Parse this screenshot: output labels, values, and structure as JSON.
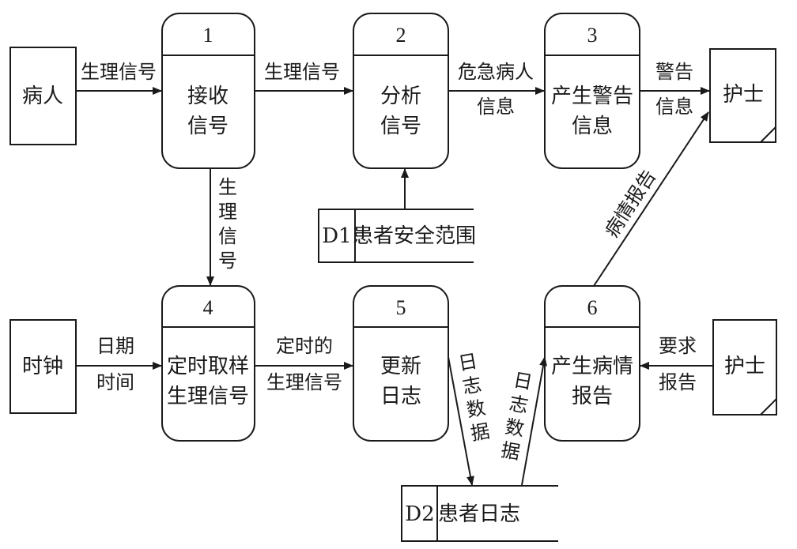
{
  "entities": {
    "patient": "病人",
    "clock": "时钟",
    "nurse_top": "护士",
    "nurse_bottom": "护士"
  },
  "processes": [
    {
      "id": "1",
      "line1": "接收",
      "line2": "信号"
    },
    {
      "id": "2",
      "line1": "分析",
      "line2": "信号"
    },
    {
      "id": "3",
      "line1": "产生警告",
      "line2": "信息"
    },
    {
      "id": "4",
      "line1": "定时取样",
      "line2": "生理信号"
    },
    {
      "id": "5",
      "line1": "更新",
      "line2": "日志"
    },
    {
      "id": "6",
      "line1": "产生病情",
      "line2": "报告"
    }
  ],
  "stores": {
    "d1": {
      "id": "D1",
      "name": "患者安全范围"
    },
    "d2": {
      "id": "D2",
      "name": "患者日志"
    }
  },
  "flows": {
    "patient_to_1": "生理信号",
    "p1_to_p2": "生理信号",
    "p2_to_p3_line1": "危急病人",
    "p2_to_p3_line2": "信息",
    "p3_to_nurse_line1": "警告",
    "p3_to_nurse_line2": "信息",
    "p1_to_p4_chars": [
      "生",
      "理",
      "信",
      "号"
    ],
    "clock_to_4_line1": "日期",
    "clock_to_4_line2": "时间",
    "p4_to_p5_line1": "定时的",
    "p4_to_p5_line2": "生理信号",
    "p5_to_d2_chars": [
      "日",
      "志",
      "数",
      "据"
    ],
    "d2_to_p6_chars": [
      "日",
      "志",
      "数",
      "据"
    ],
    "nurse_to_6_line1": "要求",
    "nurse_to_6_line2": "报告",
    "p6_to_nurse": "病情报告"
  }
}
